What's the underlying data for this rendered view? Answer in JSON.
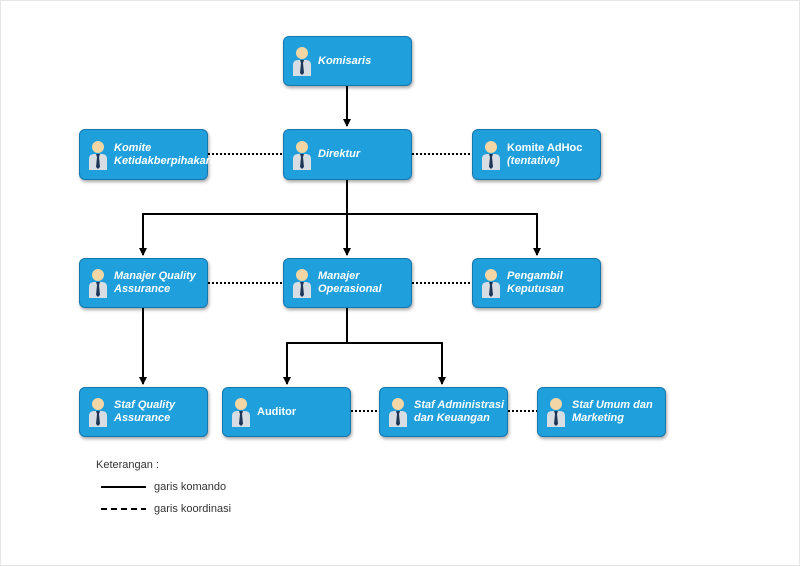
{
  "nodes": {
    "komisaris": "Komisaris",
    "direktur": "Direktur",
    "komite_ketidakberpihakan": "Komite\nKetidakberpihakan",
    "komite_adhoc": "Komite AdHoc",
    "komite_adhoc_tentative": "(tentative)",
    "manajer_qa": "Manajer Quality\nAssurance",
    "manajer_operasional": "Manajer\nOperasional",
    "pengambil_keputusan": "Pengambil\nKeputusan",
    "staf_qa": "Staf Quality\nAssurance",
    "auditor": "Auditor",
    "staf_administrasi": "Staf Administrasi\ndan Keuangan",
    "staf_umum": "Staf Umum dan\nMarketing"
  },
  "legend": {
    "title": "Keterangan :",
    "solid": "garis komando",
    "dashed": "garis koordinasi"
  },
  "colors": {
    "node_fill": "#1f9fdc",
    "node_border": "#1578ad",
    "line": "#000000"
  },
  "icon": "person-icon"
}
